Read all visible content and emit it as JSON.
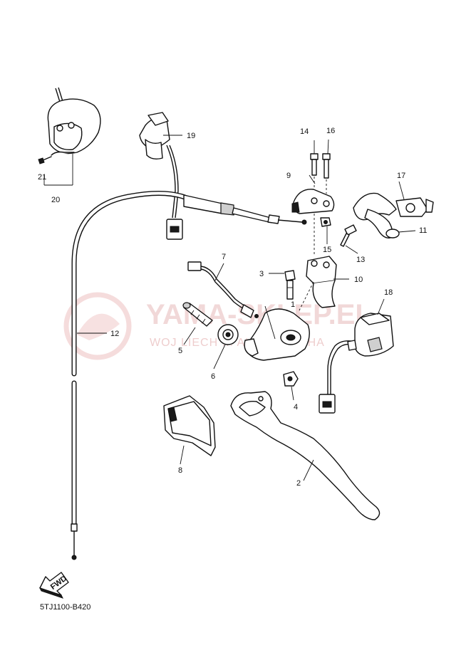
{
  "diagram": {
    "drawing_code": "5TJ1100-B420",
    "fwd_label": "FWD",
    "watermark": {
      "title": "YAMA-SKLEP.EL",
      "subtitle": "WOJ LIECH ... ALER YAMAHA"
    },
    "callouts": {
      "c1": "1",
      "c2": "2",
      "c3": "3",
      "c4": "4",
      "c5": "5",
      "c6": "6",
      "c7": "7",
      "c8": "8",
      "c9": "9",
      "c10": "10",
      "c11": "11",
      "c12": "12",
      "c13": "13",
      "c14": "14",
      "c15": "15",
      "c16": "16",
      "c17": "17",
      "c18": "18",
      "c19": "19",
      "c20": "20",
      "c21": "21"
    },
    "colors": {
      "ink": "#111111",
      "watermark": "#e7b9b9"
    }
  }
}
